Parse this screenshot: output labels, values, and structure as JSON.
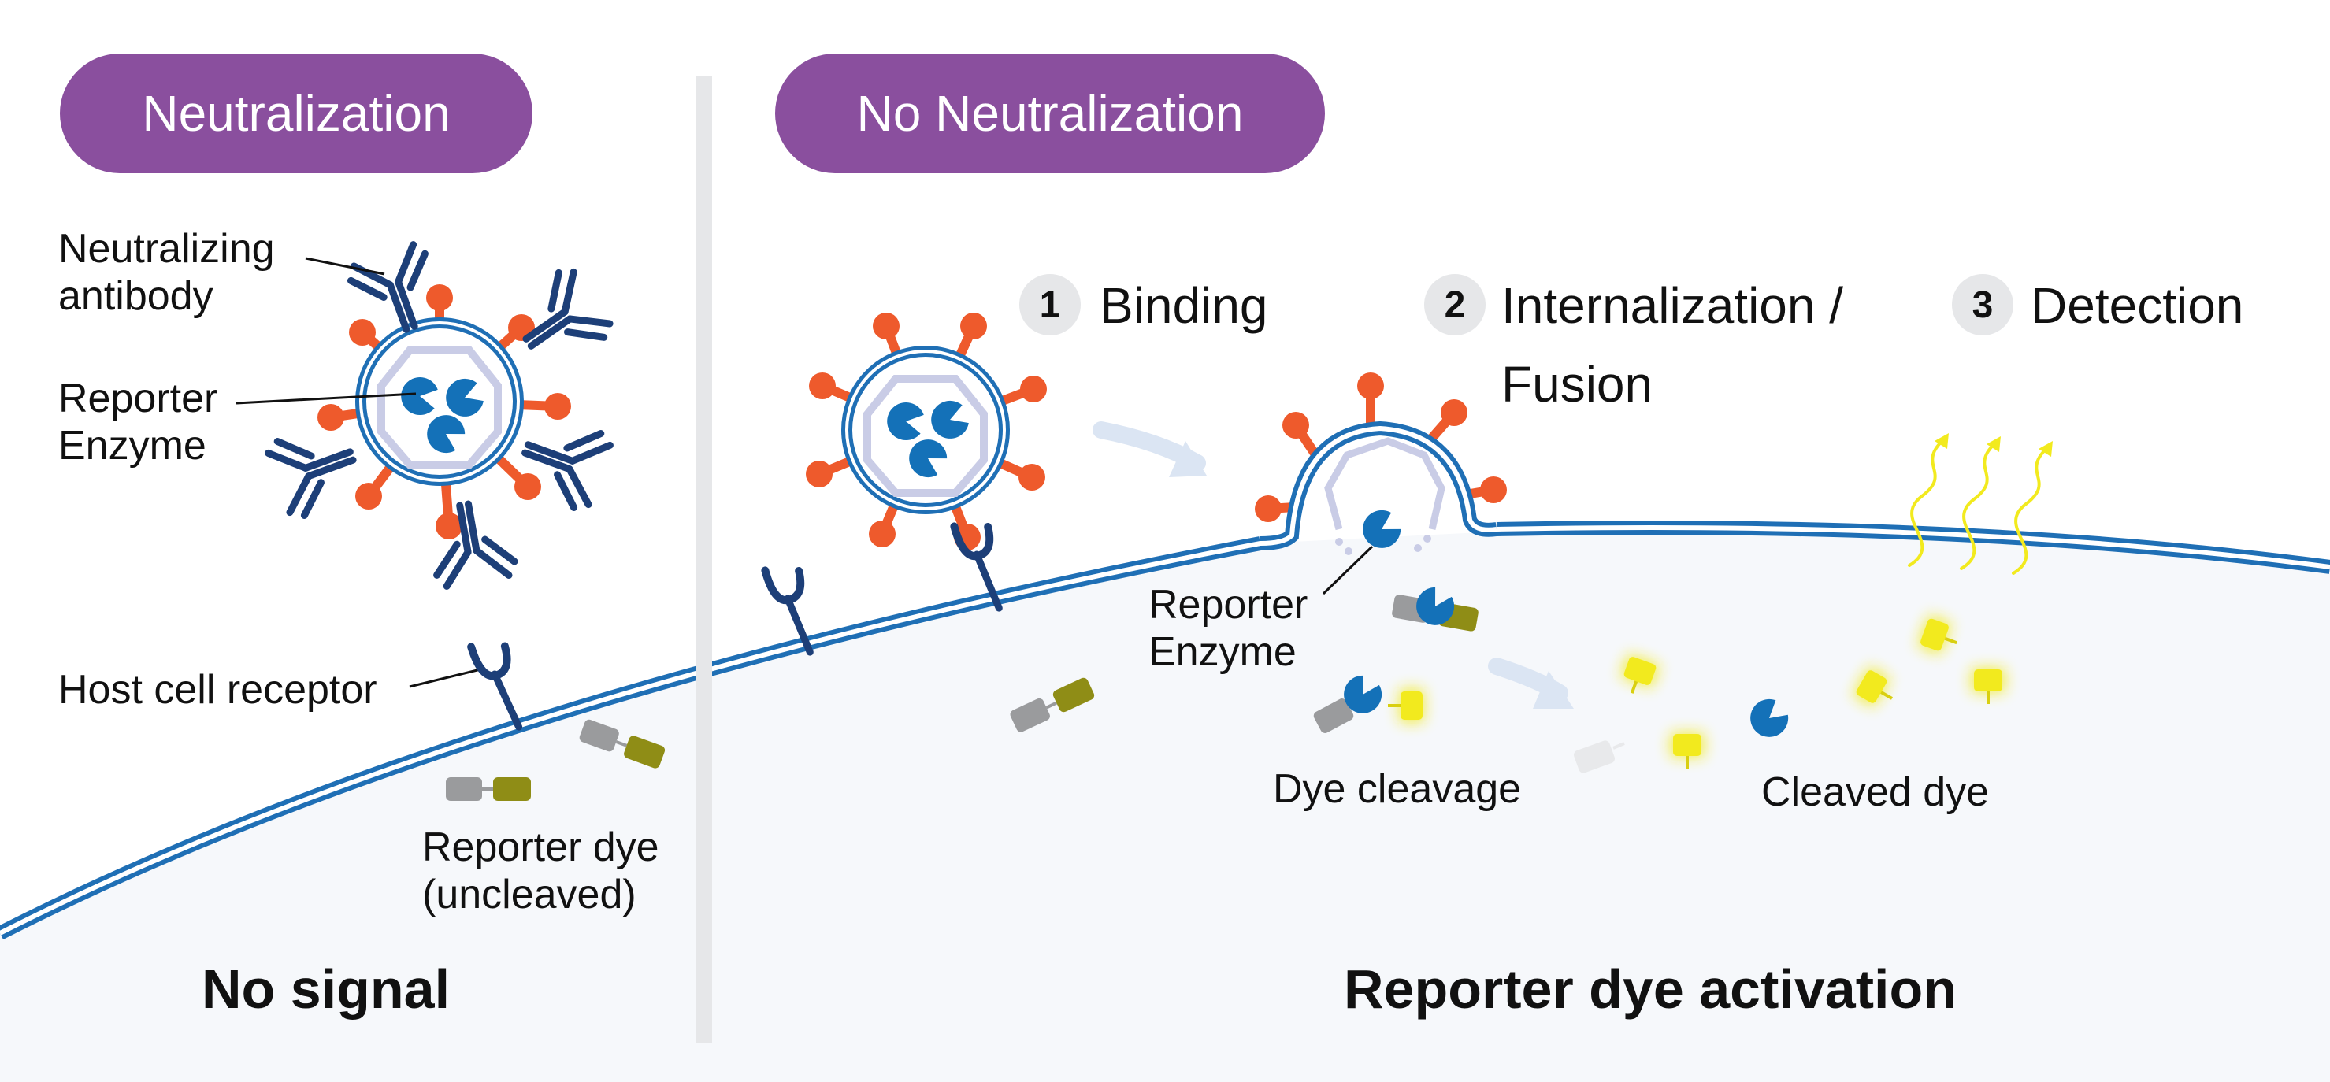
{
  "left_panel": {
    "header": "Neutralization",
    "neutralizing_antibody": [
      "Neutralizing",
      "antibody"
    ],
    "reporter_enzyme": [
      "Reporter",
      "Enzyme"
    ],
    "host_cell_receptor": "Host cell receptor",
    "reporter_dye": [
      "Reporter dye",
      "(uncleaved)"
    ],
    "result": "No signal"
  },
  "right_panel": {
    "header": "No Neutralization",
    "steps": [
      {
        "number": "1",
        "label": "Binding"
      },
      {
        "number": "2",
        "label": "Internalization /",
        "label2": "Fusion"
      },
      {
        "number": "3",
        "label": "Detection"
      }
    ],
    "reporter_enzyme": [
      "Reporter",
      "Enzyme"
    ],
    "dye_cleavage": "Dye cleavage",
    "cleaved_dye": "Cleaved dye",
    "result": "Reporter dye activation"
  },
  "colors": {
    "header_purple": "#8a4f9e",
    "membrane_blue": "#1f6fb5",
    "spike_orange": "#ee5a2c",
    "antibody_navy": "#1d3f78",
    "enzyme_blue": "#1471b8",
    "dye_olive": "#8f8d16",
    "dye_gray": "#9a9b9d",
    "cleaved_yellow": "#f2ea1e",
    "capsid_lavender": "#c9cce6",
    "cell_fill": "#f6f8fb",
    "divider": "#e6e7e9"
  }
}
